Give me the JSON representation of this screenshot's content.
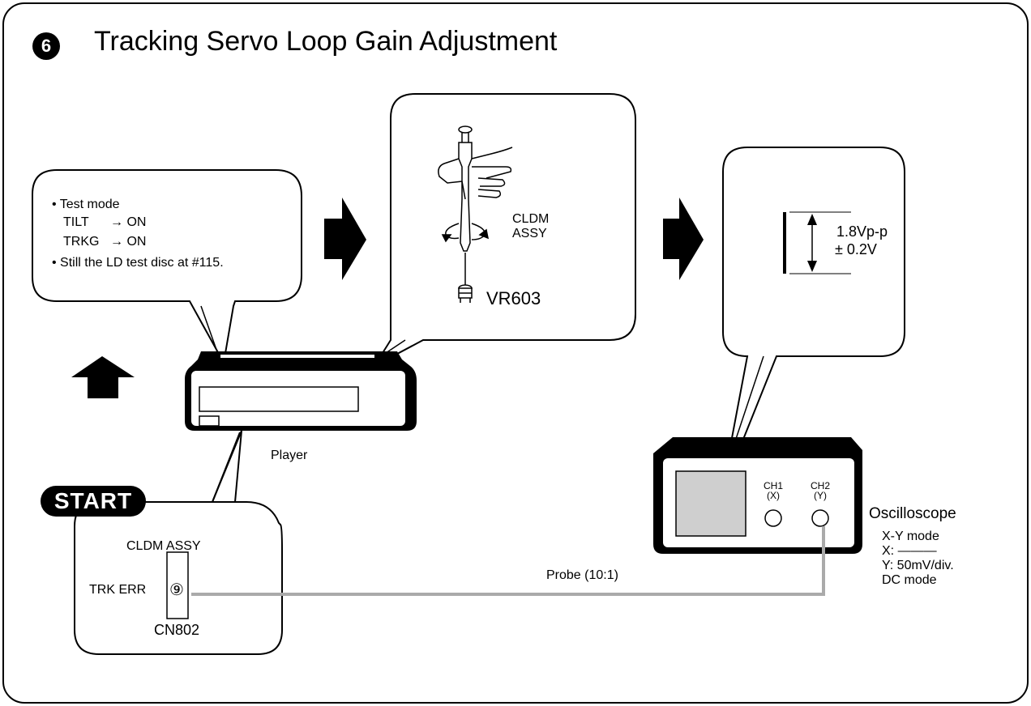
{
  "title": {
    "step": "6",
    "text": "Tracking Servo Loop Gain Adjustment"
  },
  "test_bubble": {
    "line1": "• Test mode",
    "tilt_label": "TILT",
    "tilt_arrow": "→ ON",
    "trkg_label": "TRKG",
    "trkg_arrow": "→ ON",
    "line4": "• Still the LD test disc at #115."
  },
  "adjust_bubble": {
    "board": "CLDM",
    "board2": "ASSY",
    "control": "VR603"
  },
  "scope_bubble": {
    "amplitude": "1.8Vp-p",
    "tolerance": "± 0.2V"
  },
  "player": {
    "label": "Player"
  },
  "start": {
    "label": "START"
  },
  "connector_bubble": {
    "board": "CLDM ASSY",
    "signal": "TRK ERR",
    "pin": "⑨",
    "connector": "CN802"
  },
  "probe": {
    "label": "Probe (10:1)"
  },
  "oscilloscope": {
    "ch1_name": "CH1",
    "ch1_axis": "(X)",
    "ch2_name": "CH2",
    "ch2_axis": "(Y)",
    "label": "Oscilloscope",
    "setting1": "X-Y mode",
    "setting2": "X: ———",
    "setting3": "Y: 50mV/div.",
    "setting4": "DC mode"
  }
}
